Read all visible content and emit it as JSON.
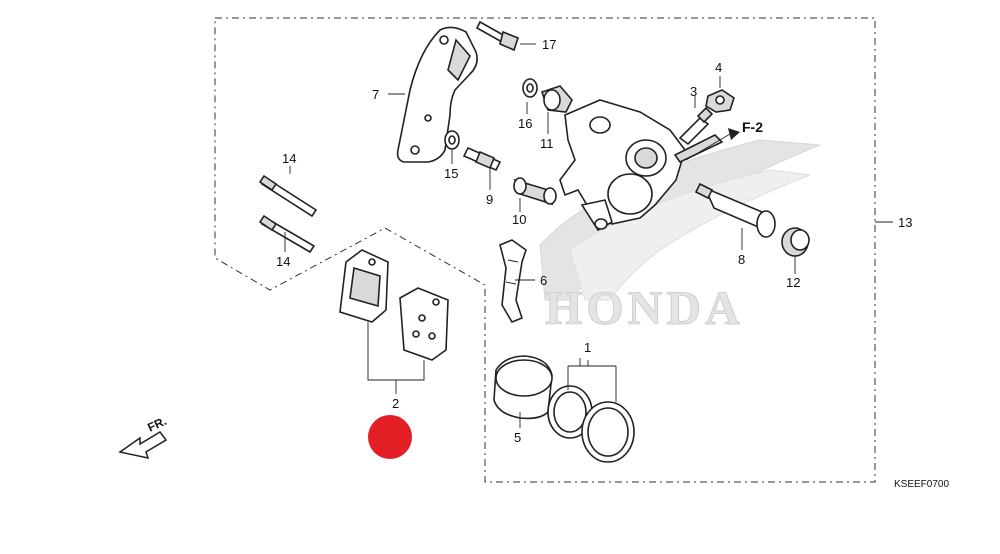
{
  "diagram": {
    "diagram_code": "KSEEF0700",
    "direction_label": "FR.",
    "ref_label": "F-2",
    "watermark_text": "HONDA",
    "marker_color": "#e31e24",
    "callouts": [
      {
        "id": "c1",
        "label": "1"
      },
      {
        "id": "c2",
        "label": "2"
      },
      {
        "id": "c3",
        "label": "3"
      },
      {
        "id": "c4",
        "label": "4"
      },
      {
        "id": "c5",
        "label": "5"
      },
      {
        "id": "c6",
        "label": "6"
      },
      {
        "id": "c7",
        "label": "7"
      },
      {
        "id": "c8",
        "label": "8"
      },
      {
        "id": "c9",
        "label": "9"
      },
      {
        "id": "c10",
        "label": "10"
      },
      {
        "id": "c11",
        "label": "11"
      },
      {
        "id": "c12",
        "label": "12"
      },
      {
        "id": "c13",
        "label": "13"
      },
      {
        "id": "c14a",
        "label": "14"
      },
      {
        "id": "c14b",
        "label": "14"
      },
      {
        "id": "c15",
        "label": "15"
      },
      {
        "id": "c16",
        "label": "16"
      },
      {
        "id": "c17",
        "label": "17"
      }
    ]
  }
}
